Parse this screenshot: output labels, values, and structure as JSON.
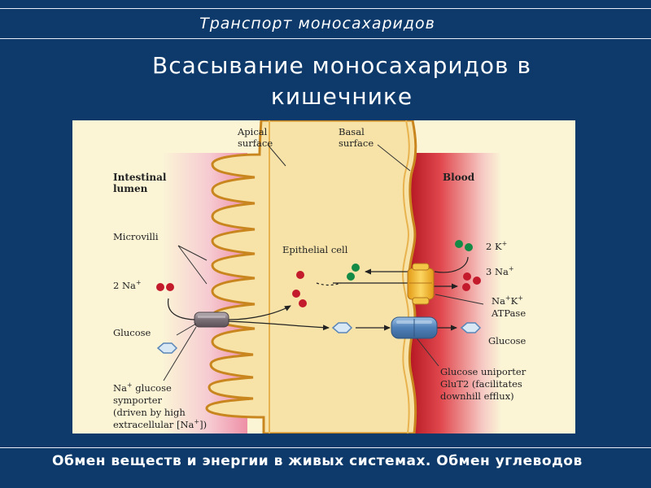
{
  "header": {
    "section_title": "Транспорт  моносахаридов",
    "slide_title_line1": "Всасывание моносахаридов в",
    "slide_title_line2": "кишечнике"
  },
  "figure": {
    "labels": {
      "apical_1": "Apical",
      "apical_2": "surface",
      "basal_1": "Basal",
      "basal_2": "surface",
      "lumen_1": "Intestinal",
      "lumen_2": "lumen",
      "blood": "Blood",
      "microvilli": "Microvilli",
      "epithelial_cell": "Epithelial cell",
      "na_left": "2 Na",
      "na_left_sup": "+",
      "k_right": "2 K",
      "k_right_sup": "+",
      "na_right": "3 Na",
      "na_right_sup": "+",
      "atpase_1": "Na",
      "atpase_1_sup1": "+",
      "atpase_1_mid": "K",
      "atpase_1_sup2": "+",
      "atpase_2": "ATPase",
      "glucose_left": "Glucose",
      "glucose_right": "Glucose",
      "uniporter_1": "Glucose uniporter",
      "uniporter_2": "GluT2 (facilitates",
      "uniporter_3": "downhill efflux)",
      "symporter_1": "Na",
      "symporter_1_sup": "+",
      "symporter_1_rest": " glucose",
      "symporter_2": "symporter",
      "symporter_3": "(driven by high",
      "symporter_4": "extracellular [Na",
      "symporter_4_sup": "+",
      "symporter_4_end": "])"
    },
    "colors": {
      "background": "#fbf5d6",
      "membrane_fill": "#f5dfa0",
      "membrane_edge": "#c9861e",
      "lumen_tint": "#f1a3b8",
      "blood_tint": "#d8262a",
      "sodium": "#c31b2c",
      "potassium": "#138a45",
      "glucose": "#d9e8f5",
      "symporter": "#8a7f86",
      "uniporter": "#5c8bc0",
      "atpase": "#f0b52e"
    }
  },
  "footer": {
    "text": "Обмен веществ и энергии в живых системах. Обмен углеводов"
  }
}
